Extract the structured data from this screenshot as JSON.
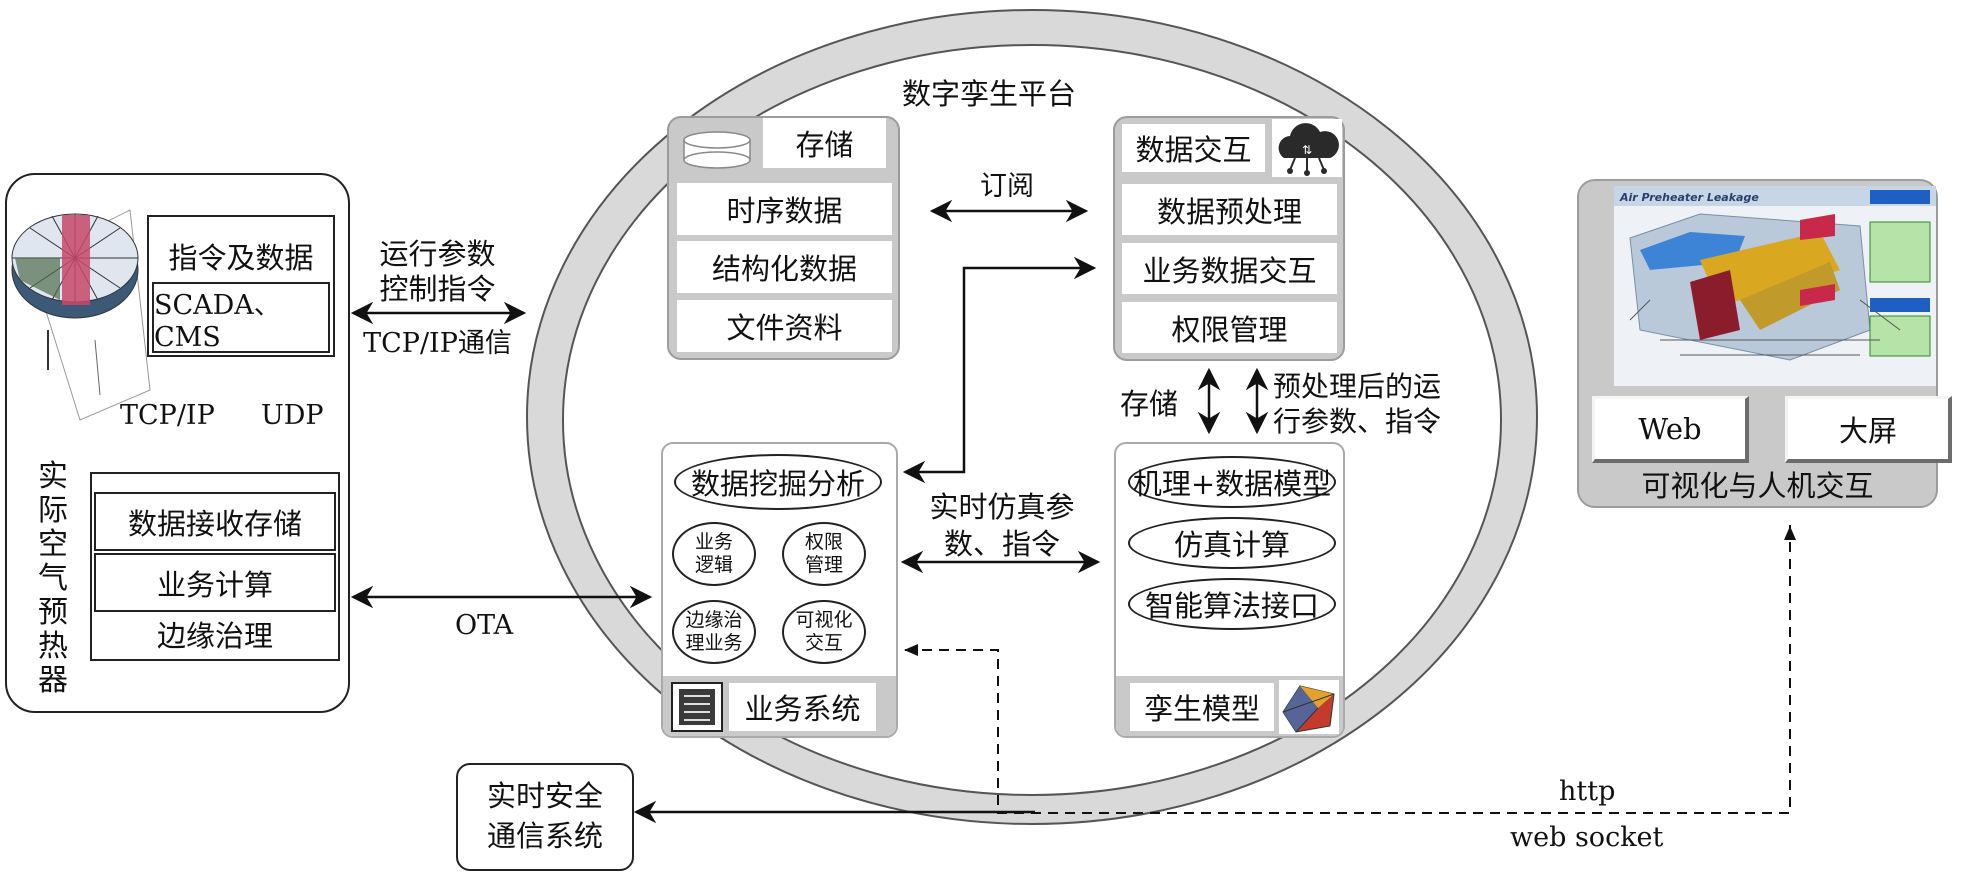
{
  "platform": {
    "title": "数字孪生平台"
  },
  "device": {
    "vertical_label": "实际空气预热器",
    "cmd_box_label": "指令及数据",
    "scada_label": "SCADA、CMS",
    "tcp_label": "TCP/IP",
    "udp_label": "UDP",
    "edge_rows": [
      "数据接收存储",
      "业务计算"
    ],
    "edge_caption": "边缘治理"
  },
  "links": {
    "run_params": "运行参数",
    "control_cmd": "控制指令",
    "tcpip_comm": "TCP/IP通信",
    "ota": "OTA",
    "subscribe": "订阅",
    "sim_line1": "实时仿真参",
    "sim_line2": "数、指令",
    "storage": "存储",
    "pre_line1": "预处理后的运",
    "pre_line2": "行参数、指令",
    "http": "http",
    "websocket": "web socket"
  },
  "storage": {
    "title": "存储",
    "rows": [
      "时序数据",
      "结构化数据",
      "文件资料"
    ]
  },
  "exchange": {
    "title": "数据交互",
    "rows": [
      "数据预处理",
      "业务数据交互",
      "权限管理"
    ]
  },
  "business": {
    "top": "数据挖掘分析",
    "ovals": [
      "业务\n逻辑",
      "权限\n管理",
      "边缘治\n理业务",
      "可视化\n交互"
    ],
    "footer": "业务系统"
  },
  "twin": {
    "rows": [
      "机理+数据模型",
      "仿真计算",
      "智能算法接口"
    ],
    "footer": "孪生模型"
  },
  "visual": {
    "buttons": [
      "Web",
      "大屏"
    ],
    "caption": "可视化与人机交互",
    "screenshot_title": "Air Preheater Leakage"
  },
  "safety": {
    "line1": "实时安全",
    "line2": "通信系统"
  },
  "colors": {
    "panel_grey": "#c9c9c9",
    "ring_grey": "#d8d8d8"
  }
}
